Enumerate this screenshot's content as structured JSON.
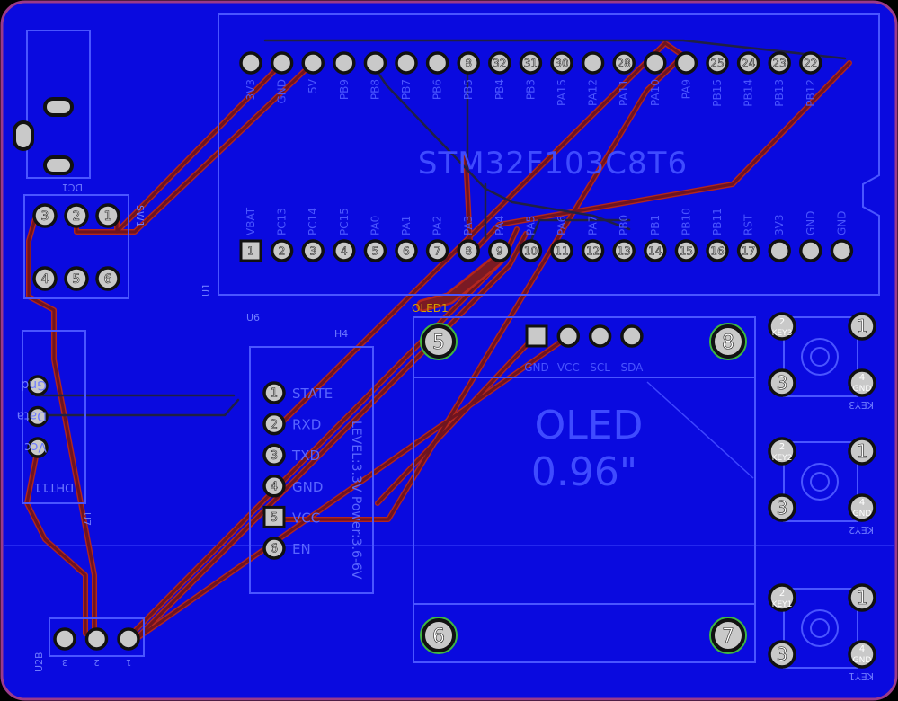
{
  "colors": {
    "board": "#0a0adf",
    "board_dark": "#0000c8",
    "edge": "#9b3a8a",
    "silk": "#4a55ff",
    "silk_bright": "#6f7bff",
    "trace_red": "#b3261e",
    "trace_red_fill": "#6e1420",
    "trace_dark": "#222240",
    "pad": "#c9c9c9",
    "pad_ring_green": "#3fb83f",
    "via_yellow": "#c8a000"
  },
  "mcu": {
    "title": "STM32F103C8T6",
    "ref": "U1",
    "top_pin_labels": [
      "3V3",
      "GND",
      "5V",
      "PB9",
      "PB8",
      "PB7",
      "PB6",
      "PB5",
      "PB4",
      "PB3",
      "PA15",
      "PA12",
      "PA11",
      "PA10",
      "PA9",
      "PB15",
      "PB14",
      "PB13",
      "PB12"
    ],
    "top_pad_numbers": [
      "",
      "",
      "",
      "",
      "",
      "",
      "",
      "8",
      "32",
      "31",
      "30",
      "",
      "28",
      "",
      "",
      "25",
      "24",
      "23",
      "22"
    ],
    "bottom_pin_labels": [
      "VBAT",
      "PC13",
      "PC14",
      "PC15",
      "PA0",
      "PA1",
      "PA2",
      "PA3",
      "PA4",
      "PA5",
      "PA6",
      "PA7",
      "PB0",
      "PB1",
      "PB10",
      "PB11",
      "RST",
      "3V3",
      "GND",
      "GND"
    ],
    "bottom_pad_numbers": [
      "1",
      "2",
      "3",
      "4",
      "5",
      "6",
      "7",
      "8",
      "9",
      "10",
      "11",
      "12",
      "13",
      "14",
      "15",
      "16",
      "17",
      "",
      "",
      ""
    ]
  },
  "dc_jack": {
    "ref": "DC1"
  },
  "switch": {
    "ref": "SW1",
    "pads": [
      "1",
      "2",
      "3",
      "4",
      "5",
      "6"
    ]
  },
  "sensor": {
    "ref": "U7",
    "part": "DHT11",
    "pins": [
      "Gnd",
      "Data",
      "Vcc"
    ]
  },
  "regulator": {
    "ref": "U2B",
    "pins": [
      "3",
      "2",
      "1"
    ]
  },
  "bluetooth": {
    "ref": "U6",
    "mount": "H4",
    "pins": [
      {
        "num": "1",
        "label": "STATE"
      },
      {
        "num": "2",
        "label": "RXD"
      },
      {
        "num": "3",
        "label": "TXD"
      },
      {
        "num": "4",
        "label": "GND"
      },
      {
        "num": "5",
        "label": "VCC"
      },
      {
        "num": "6",
        "label": "EN"
      }
    ],
    "note": "LEVEL:3.3V Power:3.6-6V"
  },
  "oled": {
    "ref": "OLED1",
    "text_line1": "OLED",
    "text_line2": "0.96\"",
    "pin_labels": [
      "GND",
      "VCC",
      "SCL",
      "SDA"
    ],
    "mount_holes": [
      "5",
      "8",
      "6",
      "7"
    ]
  },
  "keys": [
    {
      "ref": "KEY3",
      "pads": [
        "1",
        "2",
        "3",
        "4"
      ],
      "pad2_label": "KEY3",
      "pad4_label": "GND"
    },
    {
      "ref": "KEY2",
      "pads": [
        "1",
        "2",
        "3",
        "4"
      ],
      "pad2_label": "KEY2",
      "pad4_label": "GND"
    },
    {
      "ref": "KEY1",
      "pads": [
        "1",
        "2",
        "3",
        "4"
      ],
      "pad2_label": "KEY1",
      "pad4_label": "GND"
    }
  ]
}
